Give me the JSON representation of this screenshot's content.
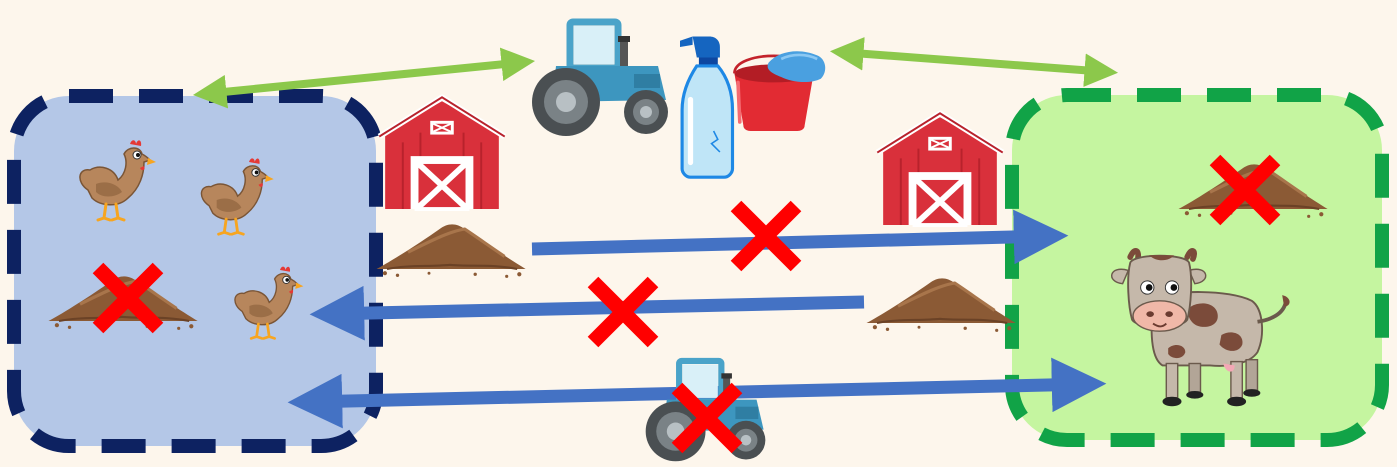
{
  "diagram": {
    "background_color": "#fdf6ec",
    "zones": [
      {
        "id": "poultry-farm",
        "fill": "#b4c7e7",
        "border_color": "#0d2261",
        "border_style": "dashed",
        "contents": [
          "chicken-icon",
          "chicken-icon",
          "chicken-icon",
          "manure-pile-icon"
        ]
      },
      {
        "id": "cattle-farm",
        "fill": "#c5f5a0",
        "border_color": "#11a347",
        "border_style": "dashed",
        "contents": [
          "cow-icon",
          "manure-pile-icon"
        ]
      }
    ],
    "shared_equipment": [
      "tractor-icon",
      "spray-bottle-icon",
      "bucket-icon"
    ],
    "buildings": [
      "barn-icon",
      "barn-icon"
    ],
    "connections": [
      {
        "from": "shared-equipment",
        "to": "poultry-farm",
        "color": "#8cc84b",
        "direction": "both",
        "blocked": false
      },
      {
        "from": "shared-equipment",
        "to": "cattle-farm",
        "color": "#8cc84b",
        "direction": "both",
        "blocked": false
      },
      {
        "from": "poultry-manure",
        "to": "cattle-farm",
        "color": "#4472c4",
        "direction": "forward",
        "blocked": true
      },
      {
        "from": "cattle-manure",
        "to": "poultry-farm",
        "color": "#4472c4",
        "direction": "forward",
        "blocked": true
      },
      {
        "from": "poultry-farm",
        "to": "cattle-farm",
        "via": "tractor-icon",
        "color": "#4472c4",
        "direction": "both",
        "blocked": true
      }
    ],
    "blocked_marker": {
      "icon": "red-x-icon",
      "color": "#ff0000"
    }
  }
}
